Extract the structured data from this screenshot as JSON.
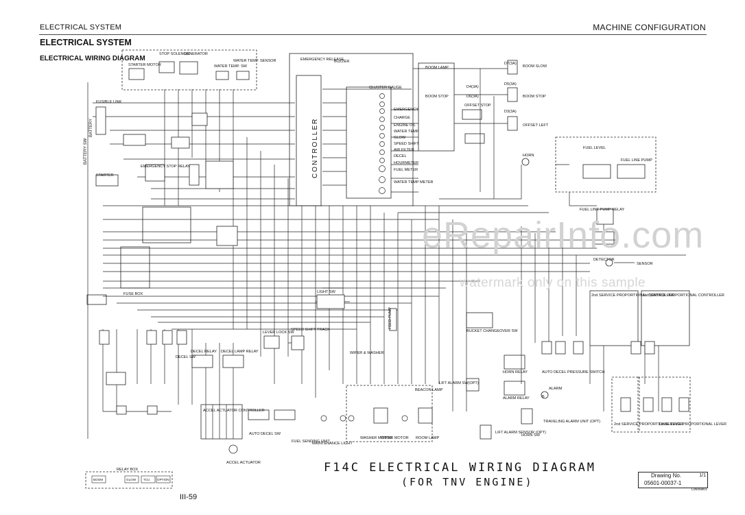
{
  "header": {
    "left": "ELECTRICAL SYSTEM",
    "right": "MACHINE CONFIGURATION"
  },
  "section_title": "ELECTRICAL SYSTEM",
  "subtitle": "ELECTRICAL WIRING DIAGRAM",
  "page_number": "III-59",
  "watermark": {
    "main": "eRepairInfo.com",
    "sub": "watermark only on this sample"
  },
  "diagram_title": "F14C ELECTRICAL WIRING DIAGRAM",
  "diagram_subtitle": "(FOR TNV ENGINE)",
  "drawing": {
    "label": "Drawing No.",
    "number": "05601-00037-1",
    "sheet": "1/1",
    "code": "L0606A01"
  },
  "labels": {
    "starter_motor": "STARTER MOTOR",
    "stop_solenoid": "STOP SOLENOID",
    "generator": "GENERATOR",
    "water_temp_sw": "WATER TEMP. SW",
    "water_temp_sensor": "WATER TEMP. SENSOR",
    "emergency_release": "EMERGENCY RELEASE",
    "buzzer": "BUZZER",
    "cluster_gauge": "CLUSTER GAUGE",
    "controller": "CONTROLLER",
    "fusible_link": "FUSIBLE LINK",
    "battery": "BATTERY",
    "battery_sw": "BATTERY SW",
    "emergency_stop_relay": "EMERGENCY STOP RELAY",
    "starter": "STARTER",
    "fuse_box": "FUSE BOX",
    "boom_lamp": "BOOM LAMP",
    "boom_stop": "BOOM STOP",
    "offset_stop": "OFFSET STOP",
    "boom_slow": "BOOM SLOW",
    "boom_stop_sol": "BOOM STOP",
    "offset_left": "OFFSET LEFT",
    "horn": "HORN",
    "emergency": "EMERGENCY",
    "charge": "CHARGE",
    "engine_oil": "ENGINE OIL",
    "water_temp": "WATER TEMP",
    "glow": "GLOW",
    "speed_shift": "SPEED SHIFT",
    "air_filter": "AIR FILTER",
    "decel": "DECEL",
    "hourmeter": "HOURMETER",
    "fuel_meter": "FUEL METER",
    "water_temp_meter": "WATER TEMP METER",
    "fuel_level": "FUEL LEVEL",
    "fuel_line_pump": "FUEL LINE PUMP",
    "fuel_line_pump_relay": "FUEL LINE PUMP RELAY",
    "detector": "DETECTOR",
    "sensor": "SENSOR",
    "light_sw": "LIGHT SW",
    "feed_pump": "FEED PUMP",
    "bucket_changeover_sw": "BUCKET CHANGEOVER SW",
    "horn_relay": "HORN RELAY",
    "alarm_relay": "ALARM RELAY",
    "alarm": "ALARM",
    "auto_decel_pressure_switch": "AUTO DECEL PRESSURE SWITCH",
    "lift_alarm_sw": "LIFT ALARM SW(OPT)",
    "beacon_lamp": "BEACON LAMP",
    "lift_alarm_sensor": "LIFT ALARM SENSOR (OPT)",
    "horn_sw": "HORN SW",
    "traveling_alarm_unit": "TRAVELING ALARM UNIT (OPT)",
    "proportional_controller_2": "2nd SERVICE PROPORTIONAL CONTROLLER",
    "proportional_controller_1": "1st SERVICE PROPORTIONAL CONTROLLER",
    "proportional_lever_2": "2nd SERVICE PROPORTIONAL LEVER",
    "proportional_lever_1": "1st SERVICE PROPORTIONAL LEVER",
    "lever_lock_sw": "LEVER LOCK SW",
    "speed_shift_track": "SPEED SHIFT TRACK",
    "decel_relay": "DECEL RELAY",
    "decel_lamp_relay": "DECEL LAMP RELAY",
    "decel_sw": "DECEL SW",
    "wiper_washer": "WIPER & WASHER",
    "accel_actuator_controller": "ACCEL ACTUATOR CONTROLLER",
    "accel_actuator": "ACCEL ACTUATOR",
    "auto_decel_sw": "AUTO DECEL SW",
    "fuel_sending_unit": "FUEL SENDING UNIT",
    "maintenance_light": "MAINTENANCE LIGHT",
    "room_lamp": "ROOM LAMP",
    "wiper_motor": "WIPER MOTOR",
    "washer_motor": "WASHER MOTOR",
    "relay_box": "RELAY BOX",
    "relay_box_items": [
      "GLOW",
      "TCU",
      "OPTION",
      "BOOM"
    ],
    "alarm_tag": "B",
    "circuit_tag": "C",
    "dip_tags": [
      "D7(3A)",
      "D5(3A)",
      "D4(3A)",
      "D6(3A)",
      "D3(3A)"
    ]
  }
}
